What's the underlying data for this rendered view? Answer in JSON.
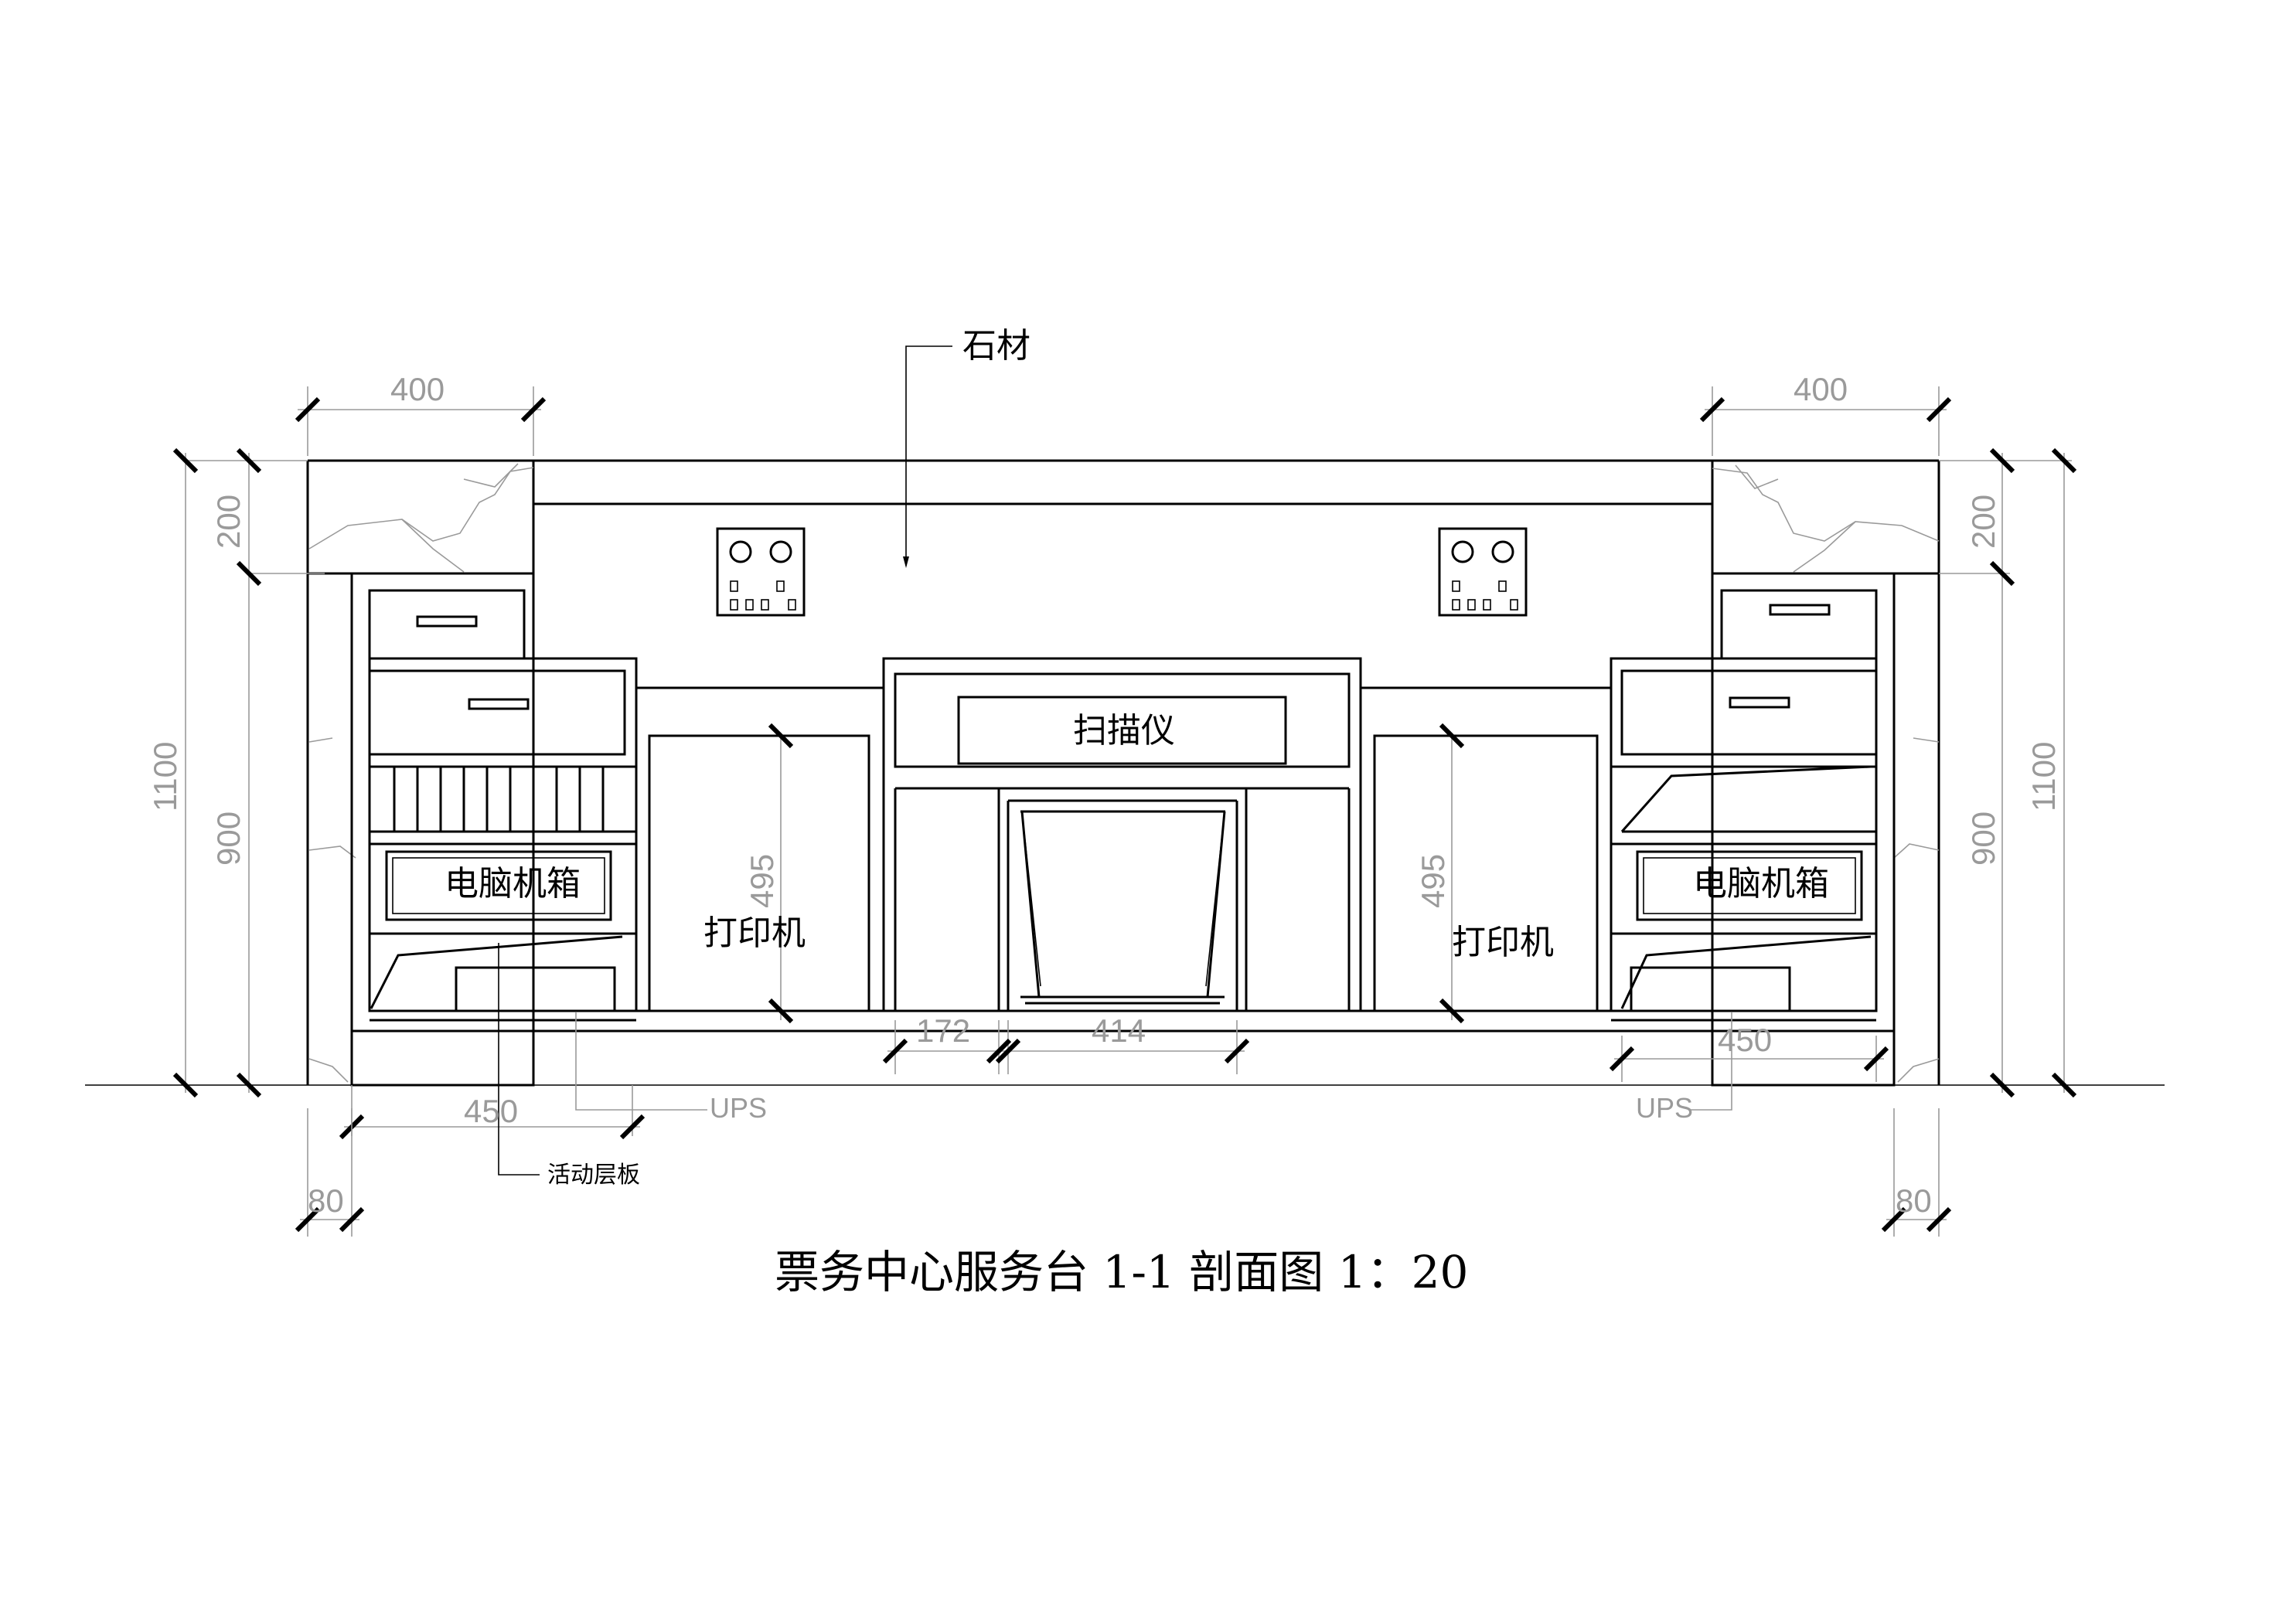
{
  "drawing": {
    "title": "票务中心服务台 1-1 剖面图 1：20",
    "labels": {
      "material": "石材",
      "scanner": "扫描仪",
      "pc_case": "电脑机箱",
      "printer": "打印机",
      "ups": "UPS",
      "movable_shelf": "活动层板"
    },
    "dimensions": {
      "top_width": "400",
      "total_height": "1100",
      "top_height": "200",
      "counter_height": "900",
      "printer_height": "495",
      "gap_172": "172",
      "scanner_width": "414",
      "depth_450": "450",
      "kick_80": "80"
    }
  }
}
